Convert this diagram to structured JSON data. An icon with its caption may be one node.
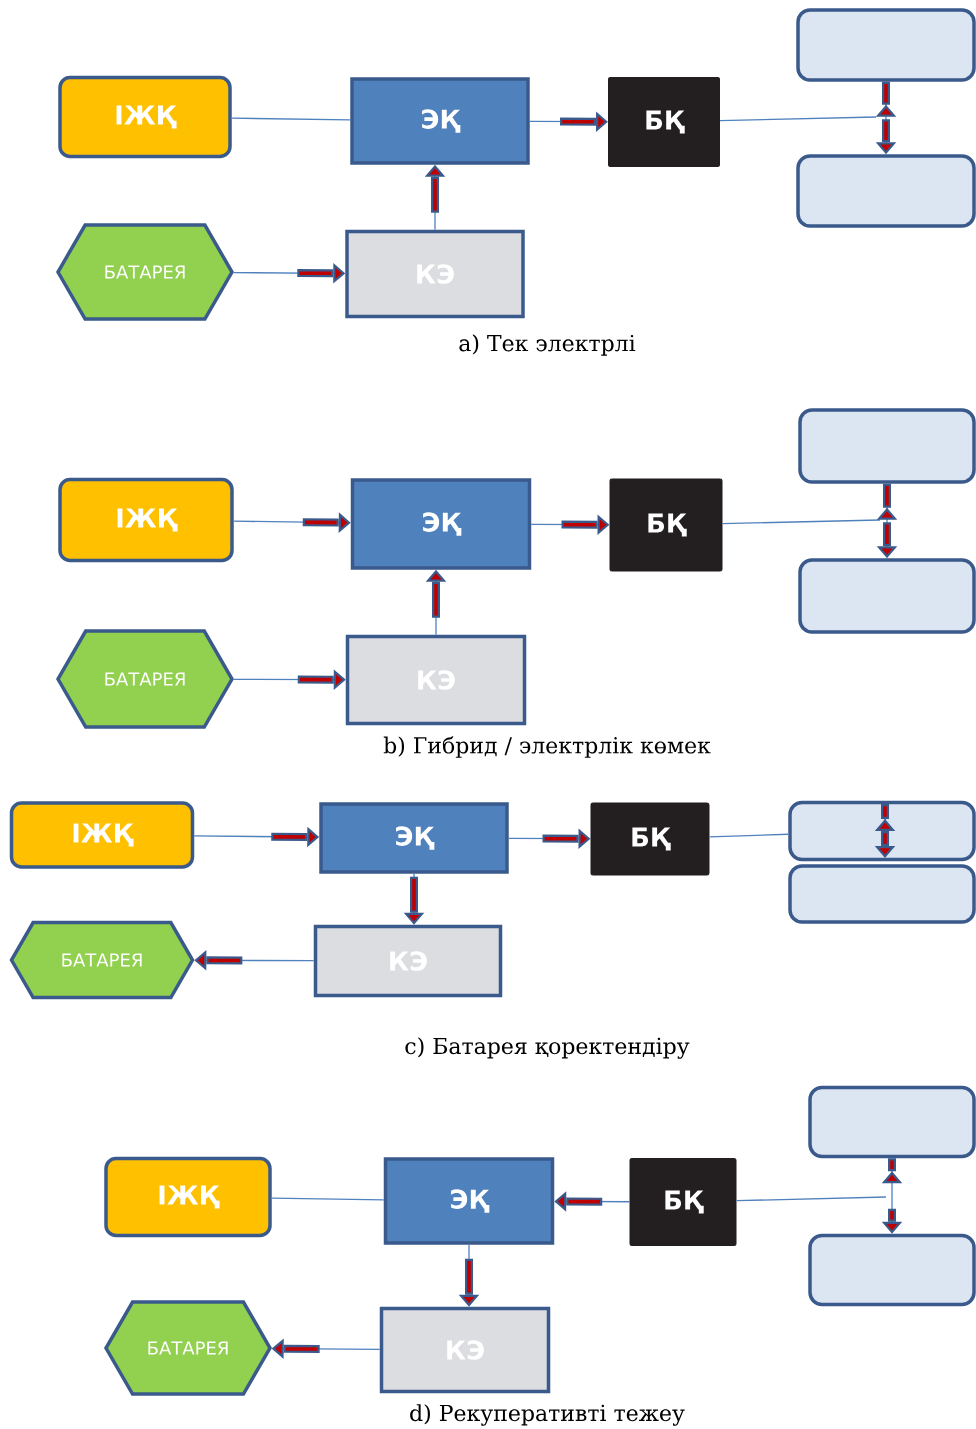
{
  "diagram": {
    "nodes": [
      {
        "text": [
          "ІЖҚ"
        ]
      },
      {
        "text": [
          "ЭҚ"
        ]
      },
      {
        "text": [
          "БҚ"
        ]
      },
      {
        "text": [],
        "shape": "box"
      },
      {
        "text": [],
        "shape": "box"
      },
      {
        "text": [
          "БАТАРЕЯ"
        ]
      },
      {
        "text": [
          "КЭ"
        ]
      },
      {
        "text": [
          "ІЖҚ"
        ]
      },
      {
        "text": [
          "ЭҚ"
        ]
      },
      {
        "text": [
          "БҚ"
        ]
      },
      {
        "text": [],
        "shape": "box"
      },
      {
        "text": [],
        "shape": "box"
      },
      {
        "text": [
          "БАТАРЕЯ"
        ]
      },
      {
        "text": [
          "КЭ"
        ]
      },
      {
        "text": [
          "ІЖҚ"
        ]
      },
      {
        "text": [
          "ЭҚ"
        ]
      },
      {
        "text": [
          "БҚ"
        ]
      },
      {
        "text": [],
        "shape": "box"
      },
      {
        "text": [],
        "shape": "box"
      },
      {
        "text": [
          "БАТАРЕЯ"
        ]
      },
      {
        "text": [
          "КЭ"
        ]
      },
      {
        "text": [
          "ІЖҚ"
        ]
      },
      {
        "text": [
          "ЭҚ"
        ]
      },
      {
        "text": [
          "БҚ"
        ]
      },
      {
        "text": [],
        "shape": "box"
      },
      {
        "text": [],
        "shape": "box"
      },
      {
        "text": [
          "БАТАРЕЯ"
        ]
      },
      {
        "text": [
          "КЭ"
        ]
      }
    ],
    "edges": [
      {
        "from": 0,
        "to": 1,
        "arrow": "none"
      },
      {
        "from": 1,
        "to": 2,
        "arrow": "to"
      },
      {
        "from": 6,
        "to": 1,
        "arrow": "to"
      },
      {
        "from": 5,
        "to": 6,
        "arrow": "to"
      },
      {
        "from": 2,
        "to": null,
        "arrow": "none"
      },
      {
        "from": 3,
        "to": 4,
        "arrow": "both"
      },
      {
        "from": 7,
        "to": 8,
        "arrow": "to"
      },
      {
        "from": 8,
        "to": 9,
        "arrow": "to"
      },
      {
        "from": 13,
        "to": 8,
        "arrow": "to"
      },
      {
        "from": 12,
        "to": 13,
        "arrow": "to"
      },
      {
        "from": 9,
        "to": null,
        "arrow": "none"
      },
      {
        "from": 10,
        "to": 11,
        "arrow": "both"
      },
      {
        "from": 14,
        "to": 15,
        "arrow": "to"
      },
      {
        "from": 15,
        "to": 16,
        "arrow": "to"
      },
      {
        "from": 15,
        "to": 20,
        "arrow": "to"
      },
      {
        "from": 20,
        "to": 19,
        "arrow": "to"
      },
      {
        "from": 16,
        "to": 17,
        "arrow": "none"
      },
      {
        "from": 21,
        "to": 22,
        "arrow": "none"
      },
      {
        "from": 23,
        "to": 22,
        "arrow": "to"
      },
      {
        "from": 22,
        "to": 27,
        "arrow": "to"
      },
      {
        "from": 27,
        "to": 26,
        "arrow": "to"
      },
      {
        "from": 23,
        "to": null,
        "arrow": "none"
      },
      {
        "from": 24,
        "to": 25,
        "arrow": "both"
      }
    ],
    "labels": [
      "a) Тек электрлі",
      "b) Гибрид / электрлік көмек",
      "c) Батарея қоректендіру",
      "d) Рекуперативті тежеу"
    ]
  }
}
